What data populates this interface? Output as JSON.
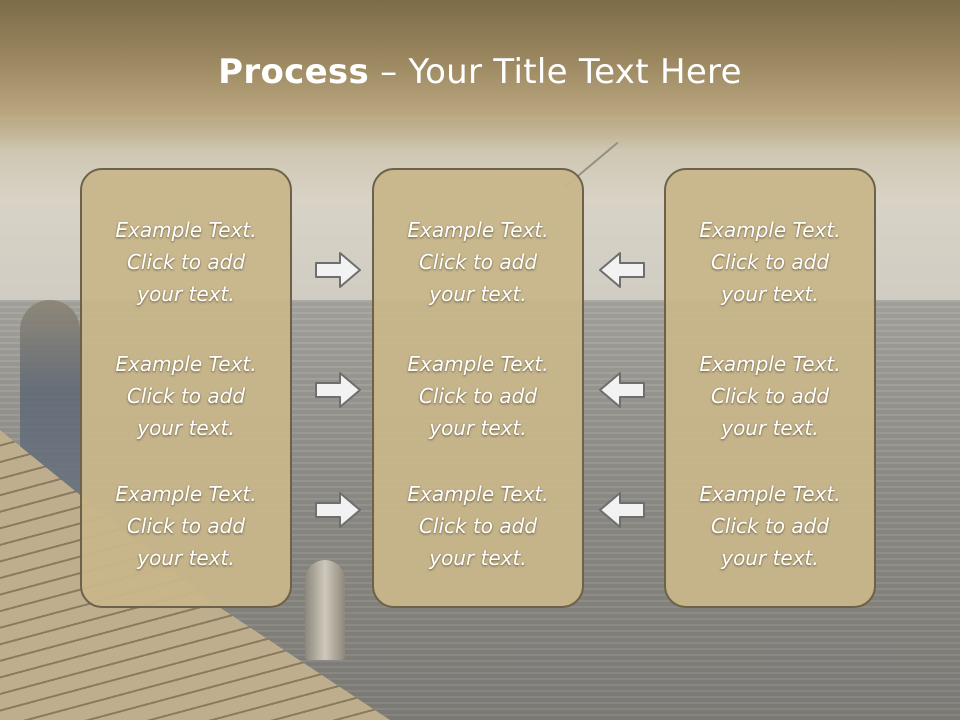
{
  "title": {
    "bold": "Process",
    "separator": " – ",
    "rest": "Your Title Text Here"
  },
  "columns": [
    {
      "items": [
        {
          "line1": "Example Text.",
          "line2": "Click  to add",
          "line3": "your text."
        },
        {
          "line1": "Example Text.",
          "line2": "Click  to add",
          "line3": "your text."
        },
        {
          "line1": "Example Text.",
          "line2": "Click  to add",
          "line3": "your text."
        }
      ]
    },
    {
      "items": [
        {
          "line1": "Example Text.",
          "line2": "Click  to add",
          "line3": "your text."
        },
        {
          "line1": "Example Text.",
          "line2": "Click  to add",
          "line3": "your text."
        },
        {
          "line1": "Example Text.",
          "line2": "Click  to add",
          "line3": "your text."
        }
      ]
    },
    {
      "items": [
        {
          "line1": "Example Text.",
          "line2": "Click  to add",
          "line3": "your text."
        },
        {
          "line1": "Example Text.",
          "line2": "Click  to add",
          "line3": "your text."
        },
        {
          "line1": "Example Text.",
          "line2": "Click  to add",
          "line3": "your text."
        }
      ]
    }
  ],
  "arrows": {
    "left_group": "arrow-right-icon",
    "right_group": "arrow-left-icon"
  },
  "colors": {
    "panel": "#c8b68a",
    "panel_border": "#6d6149",
    "title_band": "#9b8760",
    "arrow_fill": "#f2f2f2",
    "arrow_stroke": "#6e6e6e"
  }
}
